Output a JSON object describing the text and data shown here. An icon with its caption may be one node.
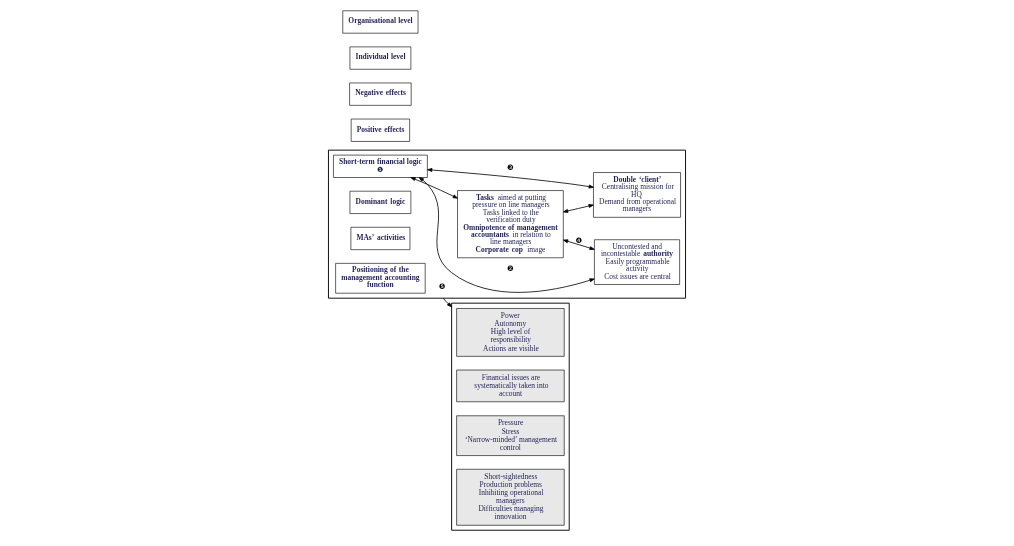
{
  "diagram": {
    "nodes": [
      {
        "text": [],
        "shape": "box"
      },
      {
        "text": [
          "Short-term financial logic",
          "❶"
        ],
        "in": 0
      },
      {
        "text": [
          "**Tasks** aimed at putting pressure on line managers",
          "Tasks linked to the verification duty",
          "**Omnipotence of management accountants** in relation to line managers",
          "**Corporate cop** image"
        ],
        "in": 0
      },
      {
        "text": [
          "Uncontested and incontestable **authority**",
          "Easily programmable activity",
          "Cost issues are central"
        ],
        "in": 0
      },
      {
        "text": [
          "Double ‘client’",
          "Centralising mission for HQ",
          "Demand from operational managers"
        ],
        "in": 0
      },
      {
        "text": [
          "Dominant logic"
        ],
        "in": 0
      },
      {
        "text": [
          "MAs’ activities"
        ],
        "in": 0
      },
      {
        "text": [
          "Positioning of the management accounting function"
        ],
        "in": 0
      },
      {
        "text": [],
        "shape": "box"
      },
      {
        "text": [
          "Power",
          "Autonomy",
          "High level of responsibility",
          "Actions are visible"
        ],
        "in": 8
      },
      {
        "text": [
          "Financial issues are systematically taken into account"
        ],
        "in": 8
      },
      {
        "text": [
          "Pressure",
          "Stress",
          "‘Narrow-minded’ management control"
        ],
        "in": 8
      },
      {
        "text": [
          "Short-sightedness",
          "Production problems",
          "Inhibiting operational managers",
          "Difficulties managing innovation"
        ],
        "in": 8
      },
      {
        "text": [
          "Positive effects"
        ]
      },
      {
        "text": [
          "Negative effects"
        ]
      },
      {
        "text": [
          "Individual level"
        ]
      },
      {
        "text": [
          "Organisational level"
        ]
      }
    ],
    "edges": [
      {
        "from": 1,
        "to": 3,
        "arrow": "both",
        "label": "❷"
      },
      {
        "from": 1,
        "to": 4,
        "arrow": "both",
        "label": "❸"
      },
      {
        "from": 1,
        "to": 2,
        "arrow": "both"
      },
      {
        "from": 2,
        "to": 3,
        "arrow": "both",
        "label": "❹"
      },
      {
        "from": 2,
        "to": 4,
        "arrow": "both"
      },
      {
        "from": 0,
        "to": 8,
        "arrow": "to",
        "label": "❺"
      }
    ]
  }
}
